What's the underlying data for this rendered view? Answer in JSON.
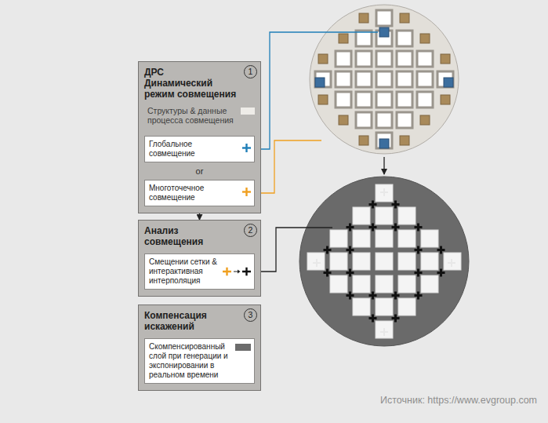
{
  "diagram": {
    "nodes": [
      {
        "text": [
          "ДРС",
          "Динамический режим совмещения",
          "Структуры & данные процесса совмещения"
        ]
      },
      {
        "text": [
          "Глобальное совмещение"
        ],
        "in": 0
      },
      {
        "text": [
          "Многоточечное совмещение"
        ],
        "in": 0
      },
      {
        "text": [
          "Анализ совмещения"
        ]
      },
      {
        "text": [
          "Смещении сетки & интерактивная интерполяция"
        ],
        "in": 3
      },
      {
        "text": [
          "Компенсация искажений"
        ]
      },
      {
        "text": [
          "Скомпенсированный слой при генерации и экспонировании в реальном времени"
        ],
        "in": 5
      }
    ],
    "edges": [
      {
        "from": 0,
        "to": 3,
        "arrow": "to"
      }
    ],
    "labels": [
      "1",
      "or",
      "2",
      "3",
      "Источник: https://www.evgroup.com"
    ]
  }
}
